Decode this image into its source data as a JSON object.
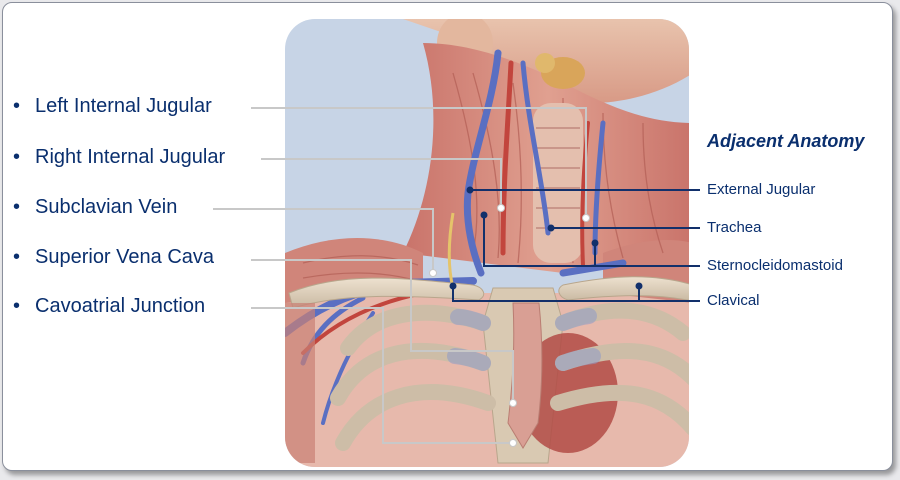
{
  "left_labels": [
    {
      "bullet": "•",
      "text": "Left Internal Jugular"
    },
    {
      "bullet": "•",
      "text": "Right Internal Jugular"
    },
    {
      "bullet": "•",
      "text": "Subclavian Vein"
    },
    {
      "bullet": "•",
      "text": "Superior Vena Cava"
    },
    {
      "bullet": "•",
      "text": "Cavoatrial Junction"
    }
  ],
  "adjacent_anatomy": {
    "heading": "Adjacent Anatomy",
    "items": [
      "External Jugular",
      "Trachea",
      "Sternocleidomastoid",
      "Clavical"
    ]
  },
  "colors": {
    "label_text": "#0a2f6e",
    "left_leader": "#c8c8c8",
    "right_leader": "#12306b",
    "backdrop": "#c7d4e6"
  }
}
